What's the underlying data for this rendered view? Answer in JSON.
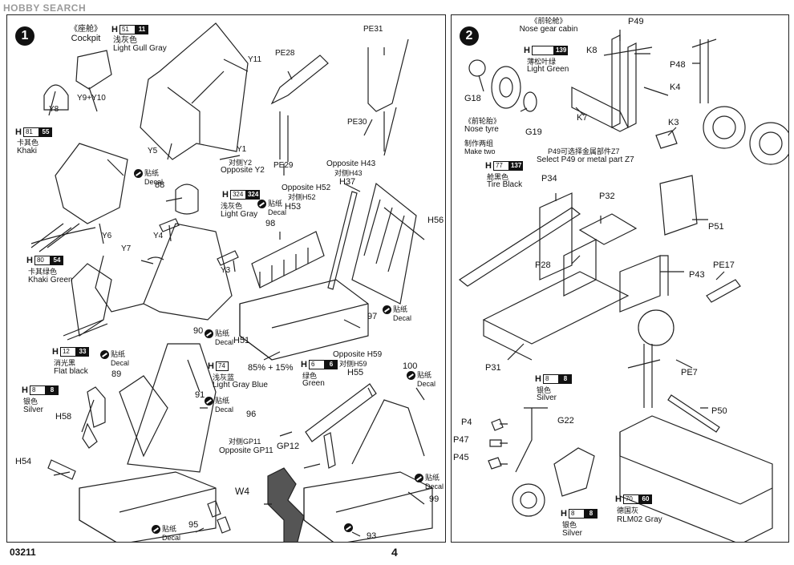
{
  "watermark": "HOBBY SEARCH",
  "page_number": "4",
  "kit_code": "03211",
  "step1": {
    "number": "1",
    "title_cn": "《座舱》",
    "title_en": "Cockpit",
    "paints": [
      {
        "h": "H",
        "n1": "51",
        "n2": "11",
        "cn": "浅灰色",
        "en": "Light Gull Gray"
      },
      {
        "h": "H",
        "n1": "81",
        "n2": "55",
        "cn": "卡其色",
        "en": "Khaki"
      },
      {
        "h": "H",
        "n1": "324",
        "n2": "324",
        "cn": "浅灰色",
        "en": "Light Gray"
      },
      {
        "h": "H",
        "n1": "80",
        "n2": "54",
        "cn": "卡其绿色",
        "en": "Khaki Green"
      },
      {
        "h": "H",
        "n1": "12",
        "n2": "33",
        "cn": "消光黑",
        "en": "Flat black"
      },
      {
        "h": "H",
        "n1": "8",
        "n2": "8",
        "cn": "银色",
        "en": "Silver"
      },
      {
        "h": "H",
        "n1": "74",
        "n2": "",
        "cn": "浅灰蓝",
        "en": "Light Gray Blue",
        "mix": "85% + 15%"
      },
      {
        "h": "H",
        "n1": "6",
        "n2": "6",
        "cn": "绿色",
        "en": "Green"
      }
    ],
    "parts": {
      "y8": "Y8",
      "y9y10": "Y9+Y10",
      "y11": "Y11",
      "y5": "Y5",
      "y1": "Y1",
      "y2_cn": "对侧Y2",
      "y2_en": "Opposite Y2",
      "pe28": "PE28",
      "pe31": "PE31",
      "pe30": "PE30",
      "pe29": "PE29",
      "y6": "Y6",
      "y4": "Y4",
      "y7": "Y7",
      "y3": "Y3",
      "n88": "88",
      "n98": "98",
      "h52_en": "Opposite H52",
      "h52_cn": "对侧H52",
      "h53": "H53",
      "h43_en": "Opposite H43",
      "h43_cn": "对侧H43",
      "h37": "H37",
      "h56": "H56",
      "h51": "H51",
      "n97": "97",
      "n90": "90",
      "n89": "89",
      "n91": "91",
      "h58": "H58",
      "h54": "H54",
      "n96": "96",
      "gp11_cn": "对侧GP11",
      "gp11_en": "Opposite GP11",
      "gp12": "GP12",
      "w4": "W4",
      "n95": "95",
      "h59_en": "Opposite H59",
      "h59_cn": "对侧H59",
      "h55": "H55",
      "n100": "100",
      "n99": "99",
      "n93": "93"
    },
    "decal_cn": "贴纸",
    "decal_en": "Decal"
  },
  "step2": {
    "number": "2",
    "title_cn": "《前轮舱》",
    "title_en": "Nose gear cabin",
    "paints": [
      {
        "h": "H",
        "n1": "",
        "n2": "139",
        "cn": "薄松叶绿",
        "en": "Light Green"
      },
      {
        "h": "H",
        "n1": "77",
        "n2": "137",
        "cn": "舱黑色",
        "en": "Tire Black"
      },
      {
        "h": "H",
        "n1": "8",
        "n2": "8",
        "cn": "银色",
        "en": "Silver"
      },
      {
        "h": "H",
        "n1": "70",
        "n2": "60",
        "cn": "德国灰",
        "en": "RLM02 Gray"
      },
      {
        "h": "H",
        "n1": "8",
        "n2": "8",
        "cn": "银色",
        "en": "Silver"
      }
    ],
    "tyre_cn": "《前轮胎》",
    "tyre_en": "Nose tyre",
    "make_two_cn": "制作两组",
    "make_two_en": "Make two",
    "p49_note_cn": "P49可选择金属部件Z7",
    "p49_note_en": "Select P49 or metal part Z7",
    "parts": {
      "p49": "P49",
      "k8": "K8",
      "k4": "K4",
      "p48": "P48",
      "k7": "K7",
      "k3": "K3",
      "g18": "G18",
      "g19": "G19",
      "p34": "P34",
      "p32": "P32",
      "p51": "P51",
      "p28": "P28",
      "p43": "P43",
      "pe17": "PE17",
      "p31": "P31",
      "pe7": "PE7",
      "p4": "P4",
      "p47": "P47",
      "p45": "P45",
      "g22": "G22",
      "p50": "P50"
    }
  }
}
